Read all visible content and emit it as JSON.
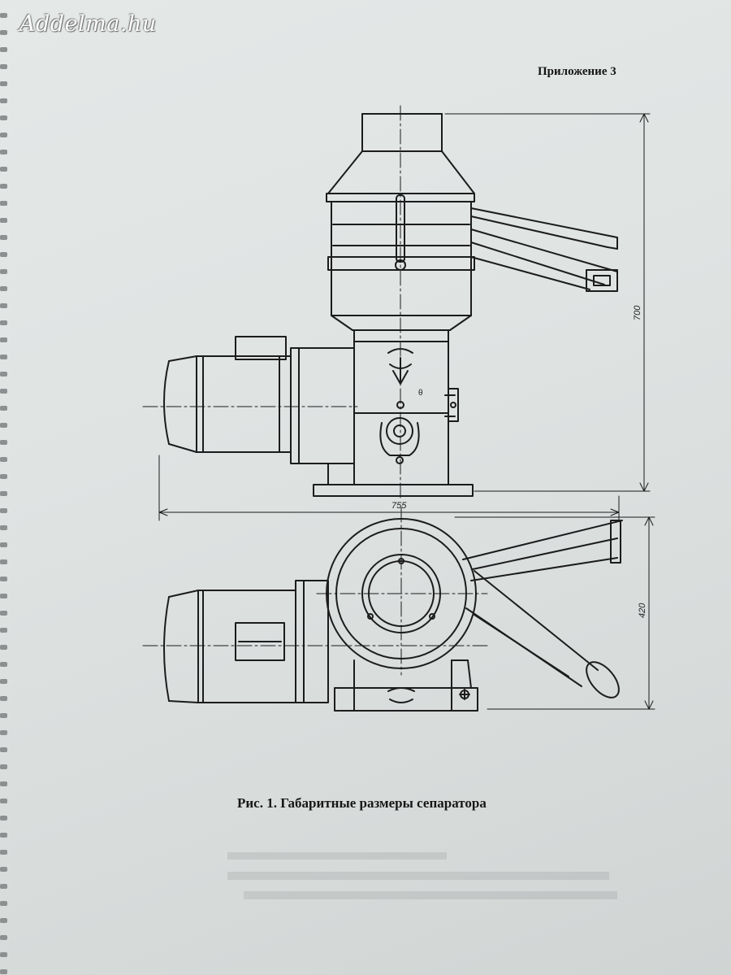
{
  "watermark": "Addelma.hu",
  "header": {
    "appendix": "Приложение 3"
  },
  "figure": {
    "caption": "Рис. 1. Габаритные размеры сепаратора",
    "dims": {
      "height": "700",
      "width": "755",
      "depth": "420"
    }
  }
}
